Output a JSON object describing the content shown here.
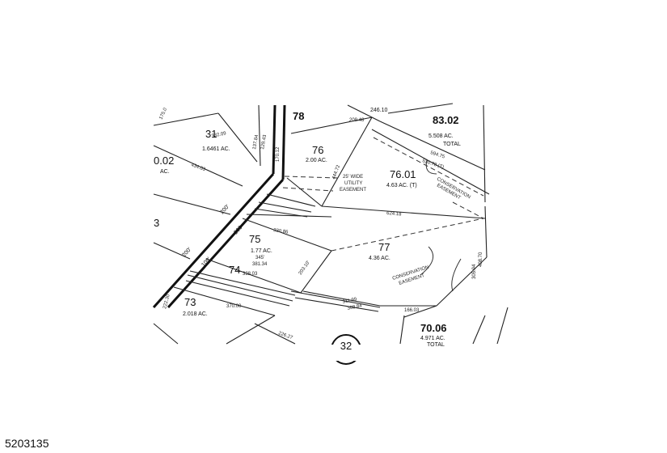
{
  "listing_id": "5203135",
  "lots": [
    {
      "number": "31",
      "acreage": "1.6461 AC."
    },
    {
      "number": "78",
      "acreage": ""
    },
    {
      "number": "76",
      "acreage": "2.00 AC."
    },
    {
      "number": "76.01",
      "acreage": "4.63 AC. (T)"
    },
    {
      "number": "83.02",
      "acreage": "5.508 AC.",
      "extra": "TOTAL"
    },
    {
      "number": "75",
      "acreage": "1.77 AC."
    },
    {
      "number": "74",
      "acreage": ""
    },
    {
      "number": "73",
      "acreage": "2.018 AC."
    },
    {
      "number": "77",
      "acreage": "4.36 AC."
    },
    {
      "number": "70.06",
      "acreage": "4.971 AC.",
      "extra": "TOTAL"
    },
    {
      "number": "0.02",
      "acreage": "AC."
    },
    {
      "number": "3",
      "acreage": ""
    }
  ],
  "labels": {
    "utility_easement": [
      "25' WIDE",
      "UTILITY",
      "EASEMENT"
    ],
    "conservation_easement_1": [
      "CONSERVATION",
      "EASEMENT"
    ],
    "conservation_easement_2": [
      "CONSERVATION",
      "EASEMENT"
    ],
    "block_number": "32"
  },
  "dimensions": {
    "road_1": "200'",
    "road_2": "200'",
    "road_3": "200",
    "road_4": "100'",
    "d_434_03": "434.03",
    "d_332_09": "332.09",
    "d_175_0": "175.0",
    "d_246_10": "246.10",
    "d_209_48": "209.48",
    "d_594_75": "594.75",
    "d_530_78": "530.78 (T)",
    "d_624_18": "624.18",
    "d_330_86": "330.86",
    "d_345": "345'",
    "d_381_34": "381.34",
    "d_338_03": "338.03",
    "d_203_10": "203.10'",
    "d_166_03": "166.03",
    "d_311_99": "311.99",
    "d_308_84": "308.84",
    "d_370_00": "370.00",
    "d_226_27": "226.27",
    "d_222_30": "222.30",
    "d_170_12": "170.12",
    "d_444_72": "444.72",
    "d_137_84": "137.84",
    "d_129_43": "129.43",
    "d_408_70": "408.70",
    "d_305_94": "305.94"
  }
}
